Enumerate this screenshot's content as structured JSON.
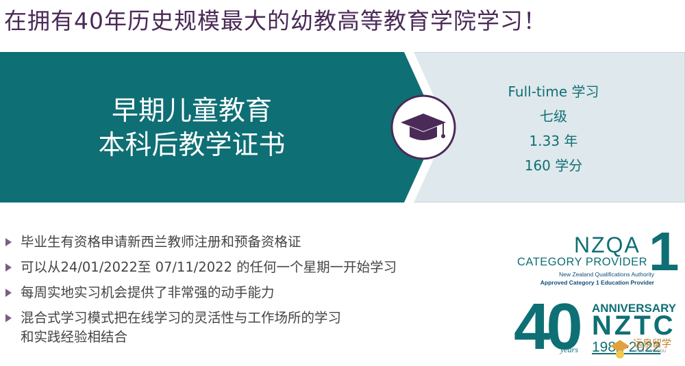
{
  "headline": "在拥有40年历史规模最大的幼教高等教育学院学习！",
  "program": {
    "line1": "早期儿童教育",
    "line2": "本科后教学证书"
  },
  "info": {
    "mode": "Full-time 学习",
    "level": "七级",
    "duration": "1.33 年",
    "credits": "160 学分"
  },
  "bullets": [
    "毕业生有资格申请新西兰教师注册和预备资格证",
    "可以从24/01/2022至 07/11/2022 的任何一个星期一开始学习",
    "每周实地实习机会提供了非常强的动手能力",
    "混合式学习模式把在线学习的灵活性与工作场所的学习",
    "和实践经验相结合"
  ],
  "nzqa": {
    "title": "NZQA",
    "number": "1",
    "category": "CATEGORY PROVIDER",
    "authority": "New Zealand Qualifications Authority",
    "approved": "Approved Category 1 Education Provider"
  },
  "anniversary": {
    "number": "40",
    "word": "ANNIVERSARY",
    "org": "NZTC",
    "years": "years",
    "dates": "1982-2022"
  },
  "watermark": {
    "text": "远泉留学",
    "sub": "YUN XING EDU"
  },
  "colors": {
    "teal": "#0e6f74",
    "light_panel": "#dfe8ec",
    "purple": "#4a2a57",
    "bullet_marker": "#7a5d88"
  },
  "icons": [
    "graduation-cap-icon"
  ]
}
